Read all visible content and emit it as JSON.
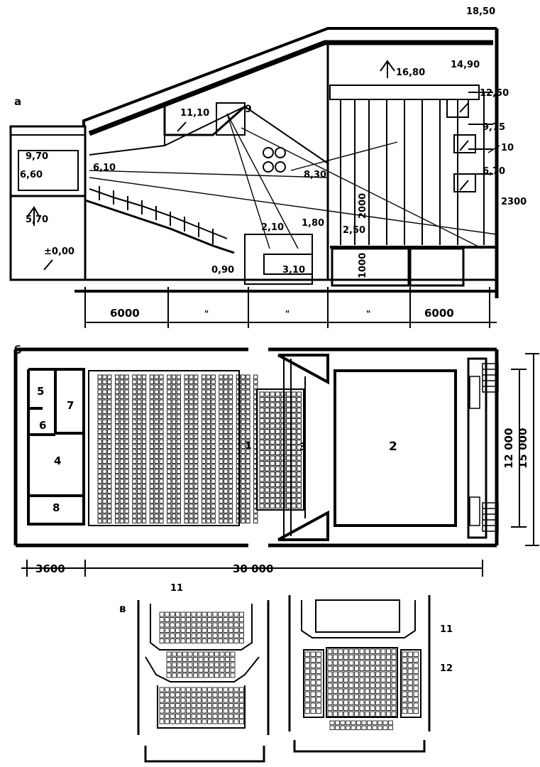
{
  "section_a": {
    "letter": "а",
    "elevations": {
      "e1850": "18,50",
      "e1680": "16,80",
      "e1490": "14,90",
      "e1250": "12,50",
      "e975": "9,75",
      "e670": "6,70",
      "e1110": "11,10",
      "e970": "9,70",
      "e660": "6,60",
      "e610": "6,10",
      "e570": "5,70",
      "e000": "±0,00",
      "e830": "8,30",
      "e210": "2,10",
      "e180": "1,80",
      "e250": "2,50",
      "e090": "0,90",
      "e310": "3,10"
    },
    "labels": {
      "n9": "9",
      "n10": "10"
    },
    "dims": {
      "d2000": "2000",
      "d1000": "1000",
      "d2300": "2300",
      "left": "6000",
      "right": "6000",
      "rep1": "\"",
      "rep2": "\"",
      "rep3": "\""
    }
  },
  "section_b": {
    "letter": "б",
    "rooms": {
      "r1": "1",
      "r2": "2",
      "r3": "3",
      "r4": "4",
      "r5": "5",
      "r6": "6",
      "r7": "7",
      "r8": "8"
    },
    "dims": {
      "d3600": "3600",
      "d30000": "30 000",
      "d12000": "12 000",
      "d15000": "15 000"
    }
  },
  "section_v": {
    "letter": "в",
    "labels": {
      "a11": "11",
      "b11": "11",
      "b12": "12"
    }
  }
}
